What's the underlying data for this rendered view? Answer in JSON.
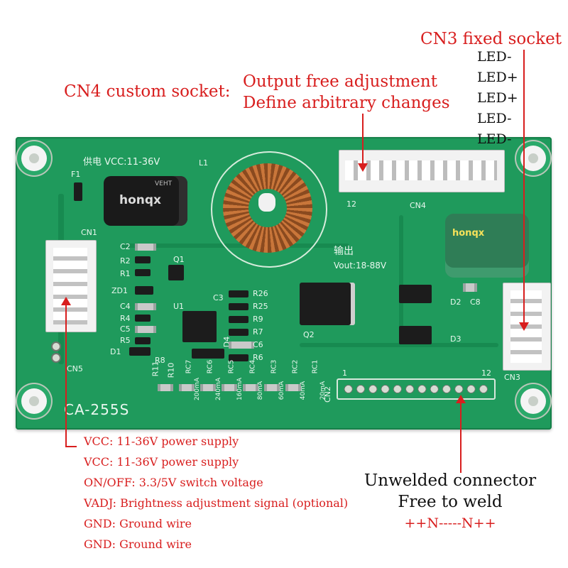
{
  "labels": {
    "cn3_title": "CN3 fixed socket",
    "cn3_pins": [
      "LED-",
      "LED+",
      "LED+",
      "LED-",
      "LED-"
    ],
    "cn4_title": "CN4 custom socket:",
    "cn4_desc_1": "Output free adjustment",
    "cn4_desc_2": "Define arbitrary changes",
    "cn1_pins": [
      "VCC: 11-36V power supply",
      "VCC: 11-36V power supply",
      "ON/OFF: 3.3/5V switch voltage",
      "VADJ: Brightness adjustment signal (optional)",
      "GND: Ground wire",
      "GND: Ground wire"
    ],
    "unwelded_1": "Unwelded connector",
    "unwelded_2": "Free to weld",
    "unwelded_3": "++N-----N++"
  },
  "board": {
    "model": "CA-255S",
    "supply": "供电 VCC:11-36V",
    "output_cn": "输出",
    "vout": "Vout:18-88V",
    "cap_brand": "honqx",
    "cap_brand2": "VEHT",
    "silk": {
      "f1": "F1",
      "l1": "L1",
      "cn1": "CN1",
      "cn2": "CN2",
      "cn3": "CN3",
      "cn4": "CN4",
      "cn5": "CN5",
      "c2": "C2",
      "r2": "R2",
      "r1": "R1",
      "zd1": "ZD1",
      "c4": "C4",
      "r4": "R4",
      "c5": "C5",
      "r5": "R5",
      "d1": "D1",
      "q1": "Q1",
      "u1": "U1",
      "c3": "C3",
      "r8": "R8",
      "r11": "R11",
      "r10": "R10",
      "r26": "R26",
      "r25": "R25",
      "r9": "R9",
      "r7": "R7",
      "c6": "C6",
      "r6": "R6",
      "d4": "D4",
      "q2": "Q2",
      "d2": "D2",
      "c8": "C8",
      "d3": "D3",
      "cn4_pin12": "12",
      "cn2_pin1": "1",
      "cn2_pin12": "12",
      "rc": [
        "RC7",
        "RC6",
        "RC5",
        "RC4",
        "RC3",
        "RC2",
        "RC1"
      ],
      "rc_ma": [
        "200mA",
        "240mA",
        "160mA",
        "80mA",
        "60mA",
        "40mA",
        "20mA"
      ]
    }
  },
  "colors": {
    "annotation_red": "#d81e1e",
    "pcb_green": "#1f9a5c",
    "text_black": "#111111"
  }
}
